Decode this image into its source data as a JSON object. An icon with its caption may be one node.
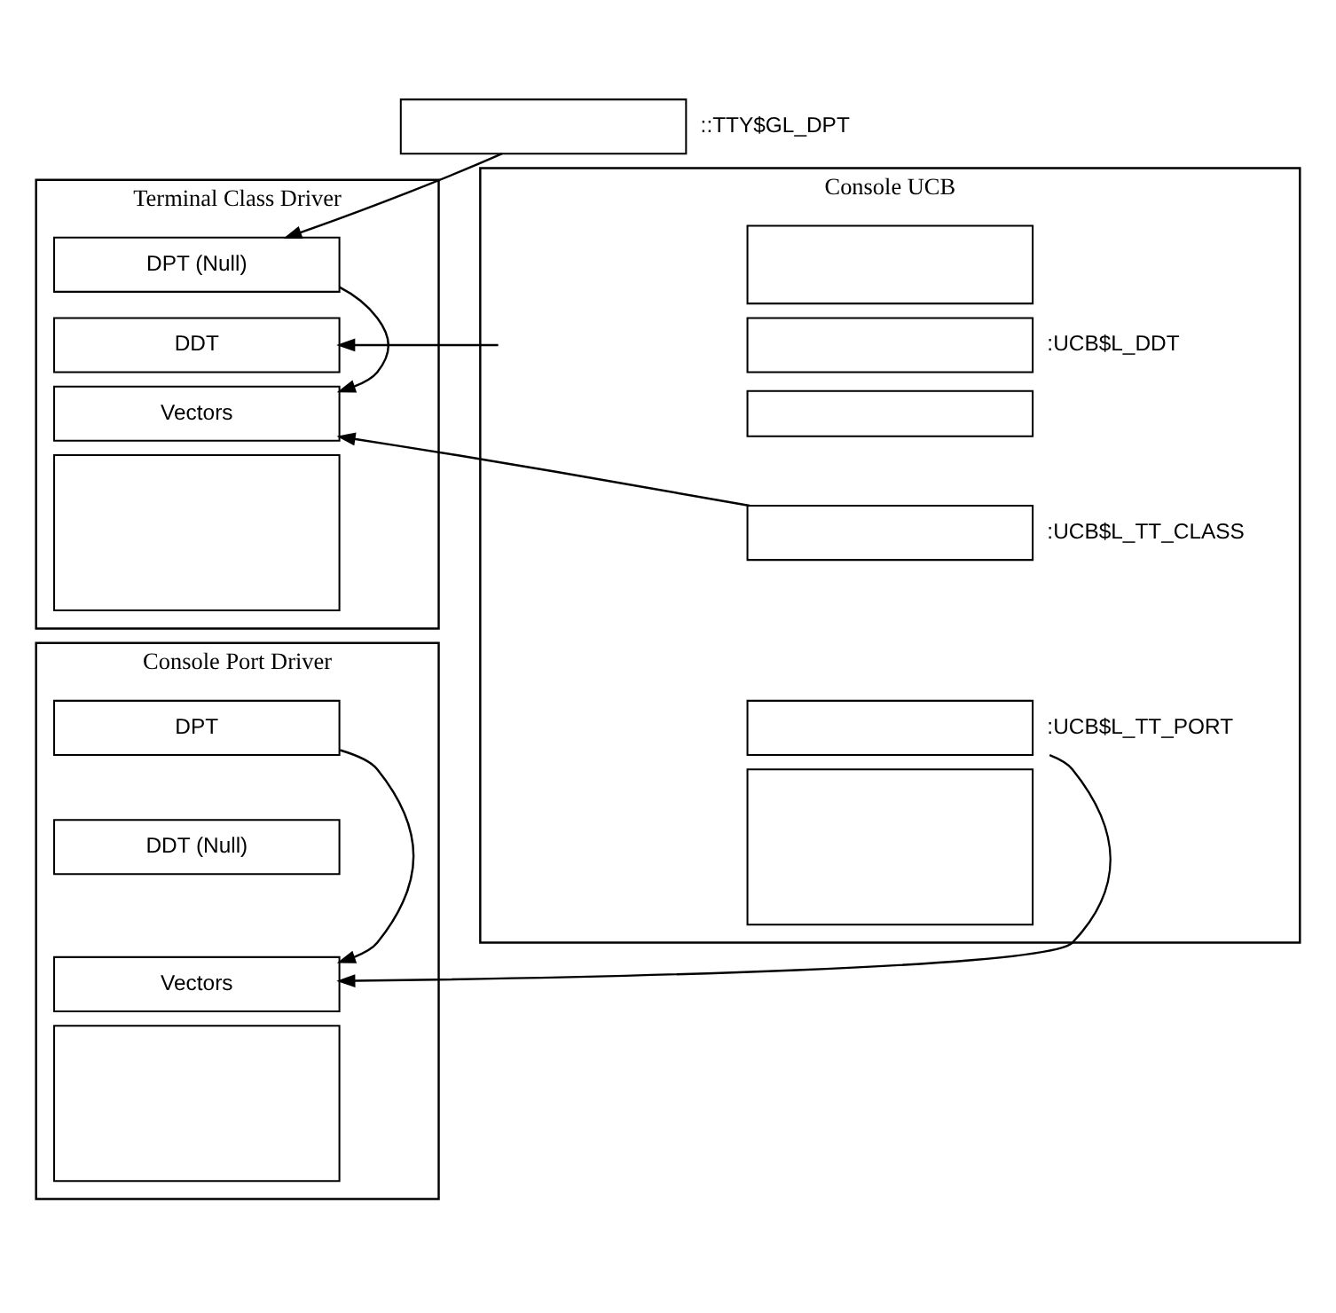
{
  "diagram": {
    "nodes": [
      {
        "text": [
          "Terminal Class Driver"
        ]
      },
      {
        "text": [
          "DPT (Null)"
        ],
        "in": 0
      },
      {
        "text": [
          "DDT"
        ],
        "in": 0
      },
      {
        "text": [
          "Vectors"
        ],
        "in": 0
      },
      {
        "text": [],
        "shape": "box",
        "in": 0
      },
      {
        "text": [],
        "shape": "box",
        "beside": [
          "::TTY$GL_DPT"
        ]
      },
      {
        "text": [
          "Console UCB"
        ]
      },
      {
        "text": [],
        "shape": "box",
        "in": 6
      },
      {
        "text": [],
        "shape": "box",
        "in": 6,
        "beside": [
          ":UCB$L_DDT"
        ]
      },
      {
        "text": [],
        "shape": "box",
        "in": 6
      },
      {
        "text": [],
        "shape": "box",
        "in": 6,
        "beside": [
          ":UCB$L_TT_CLASS"
        ]
      },
      {
        "text": [],
        "shape": "box",
        "in": 6,
        "beside": [
          ":UCB$L_TT_PORT"
        ]
      },
      {
        "text": [],
        "shape": "box",
        "in": 6
      },
      {
        "text": [
          "Console Port Driver"
        ]
      },
      {
        "text": [
          "DPT"
        ],
        "in": 13
      },
      {
        "text": [
          "DDT (Null)"
        ],
        "in": 13
      },
      {
        "text": [
          "Vectors"
        ],
        "in": 13
      },
      {
        "text": [],
        "shape": "box",
        "in": 13
      }
    ],
    "edges": [
      {
        "from": 5,
        "to": 1,
        "arrow": "to"
      },
      {
        "from": 1,
        "to": 3,
        "arrow": "to"
      },
      {
        "from": 8,
        "to": 2,
        "arrow": "to"
      },
      {
        "from": 10,
        "to": 3,
        "arrow": "to"
      },
      {
        "from": 11,
        "to": 16,
        "arrow": "to"
      },
      {
        "from": 14,
        "to": 16,
        "arrow": "to"
      }
    ]
  }
}
